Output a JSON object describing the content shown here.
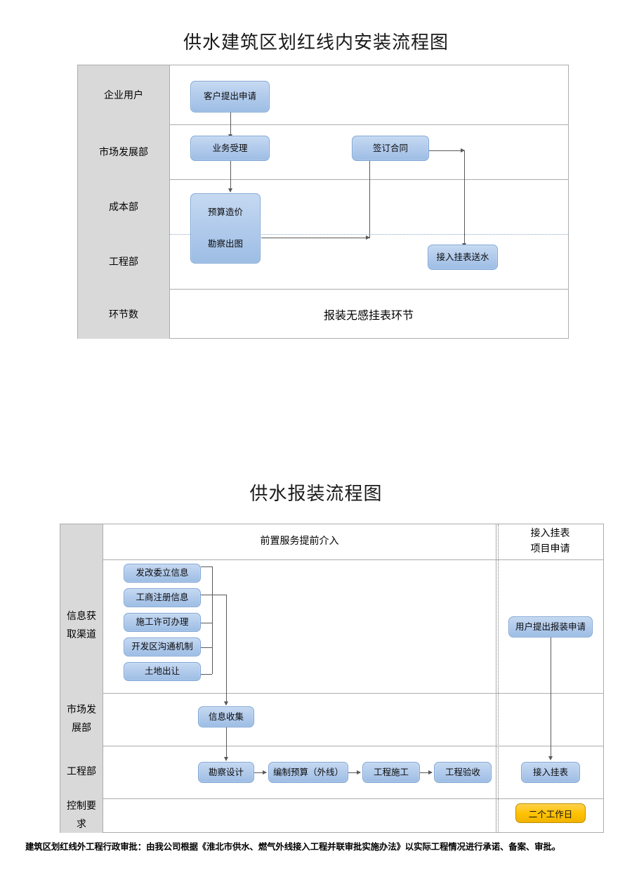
{
  "document": {
    "title_1": "供水建筑区划红线内安装流程图",
    "title_2": "供水报装流程图",
    "footnote": "建筑区划红线外工程行政审批：由我公司根据《淮北市供水、燃气外线接入工程并联审批实施办法》以实际工程情况进行承诺、备案、审批。"
  },
  "colors": {
    "node_fill": "#b2cbec",
    "node_border": "#7fa5d4",
    "highlight_fill": "#ffc000",
    "highlight_border": "#bf8f00",
    "header_cell": "#d9d9d9",
    "table_border": "#adadad",
    "connector": "#595959"
  },
  "chart_data": [
    {
      "type": "diagram",
      "title": "供水建筑区划红线内安装流程图",
      "layout": "swimlane",
      "lanes": [
        {
          "label": "企业用户",
          "nodes": [
            "客户提出申请"
          ]
        },
        {
          "label": "市场发展部",
          "nodes": [
            "业务受理",
            "签订合同"
          ]
        },
        {
          "label": "成本部",
          "nodes": [
            "预算造价"
          ]
        },
        {
          "label": "工程部",
          "nodes": [
            "勘察出图",
            "接入挂表送水"
          ]
        },
        {
          "label": "环节数",
          "nodes": [
            "报装无感挂表环节"
          ]
        }
      ],
      "edges": [
        {
          "from": "客户提出申请",
          "to": "业务受理"
        },
        {
          "from": "业务受理",
          "to": "预算造价"
        },
        {
          "from": "勘察出图",
          "to": "签订合同"
        },
        {
          "from": "签订合同",
          "to": "接入挂表送水"
        }
      ]
    },
    {
      "type": "diagram",
      "title": "供水报装流程图",
      "layout": "swimlane",
      "columns": [
        "前置服务提前介入",
        "接入挂表\n项目申请"
      ],
      "lanes": [
        {
          "label": "信息获取渠道",
          "nodes": [
            "发改委立信息",
            "工商注册信息",
            "施工许可办理",
            "开发区沟通机制",
            "土地出让",
            "用户提出报装申请"
          ]
        },
        {
          "label": "市场发展部",
          "nodes": [
            "信息收集"
          ]
        },
        {
          "label": "工程部",
          "nodes": [
            "勘察设计",
            "编制预算（外线）",
            "工程施工",
            "工程验收",
            "接入挂表"
          ]
        },
        {
          "label": "控制要求",
          "nodes": [
            "二个工作日"
          ]
        }
      ],
      "edges": [
        {
          "from": "发改委立信息",
          "to": "信息收集"
        },
        {
          "from": "工商注册信息",
          "to": "信息收集"
        },
        {
          "from": "施工许可办理",
          "to": "信息收集"
        },
        {
          "from": "开发区沟通机制",
          "to": "信息收集"
        },
        {
          "from": "土地出让",
          "to": "信息收集"
        },
        {
          "from": "信息收集",
          "to": "勘察设计"
        },
        {
          "from": "勘察设计",
          "to": "编制预算（外线）"
        },
        {
          "from": "编制预算（外线）",
          "to": "工程施工"
        },
        {
          "from": "工程施工",
          "to": "工程验收"
        },
        {
          "from": "用户提出报装申请",
          "to": "接入挂表"
        }
      ]
    }
  ],
  "table_1": {
    "rows": [
      {
        "label": "企业用户"
      },
      {
        "label": "市场发展部"
      },
      {
        "label": "成本部"
      },
      {
        "label": "工程部"
      },
      {
        "label": "环节数"
      }
    ],
    "nodes": {
      "apply": "客户提出申请",
      "accept": "业务受理",
      "budget": "预算造价",
      "survey": "勘察出图",
      "contract": "签订合同",
      "connect": "接入挂表送水"
    },
    "summary": "报装无感挂表环节"
  },
  "table_2": {
    "header": {
      "left_col": "前置服务提前介入",
      "right_col_line1": "接入挂表",
      "right_col_line2": "项目申请"
    },
    "rows": [
      {
        "label_line1": "信息获",
        "label_line2": "取渠道"
      },
      {
        "label_line1": "市场发",
        "label_line2": "展部"
      },
      {
        "label_line1": "工程部",
        "label_line2": ""
      },
      {
        "label_line1": "控制要",
        "label_line2": "求"
      }
    ],
    "sources": [
      "发改委立信息",
      "工商注册信息",
      "施工许可办理",
      "开发区沟通机制",
      "土地出让"
    ],
    "nodes": {
      "user_apply": "用户提出报装申请",
      "collect": "信息收集",
      "design": "勘察设计",
      "estimate": "编制预算（外线）",
      "construct": "工程施工",
      "accept_check": "工程验收",
      "meter": "接入挂表",
      "sla": "二个工作日"
    }
  }
}
